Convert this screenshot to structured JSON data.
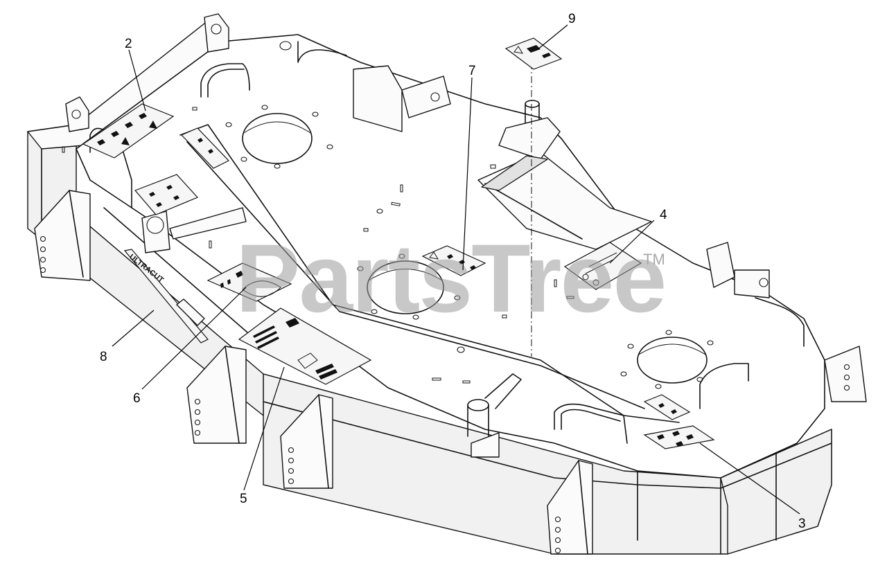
{
  "watermark": {
    "text": "PartsTree",
    "trademark": "TM"
  },
  "callouts": [
    {
      "label": "2"
    },
    {
      "label": "9"
    },
    {
      "label": "7"
    },
    {
      "label": "4"
    },
    {
      "label": "8"
    },
    {
      "label": "6"
    },
    {
      "label": "5"
    },
    {
      "label": "3"
    }
  ],
  "deck_brand": {
    "text": "ULTRACUT"
  }
}
